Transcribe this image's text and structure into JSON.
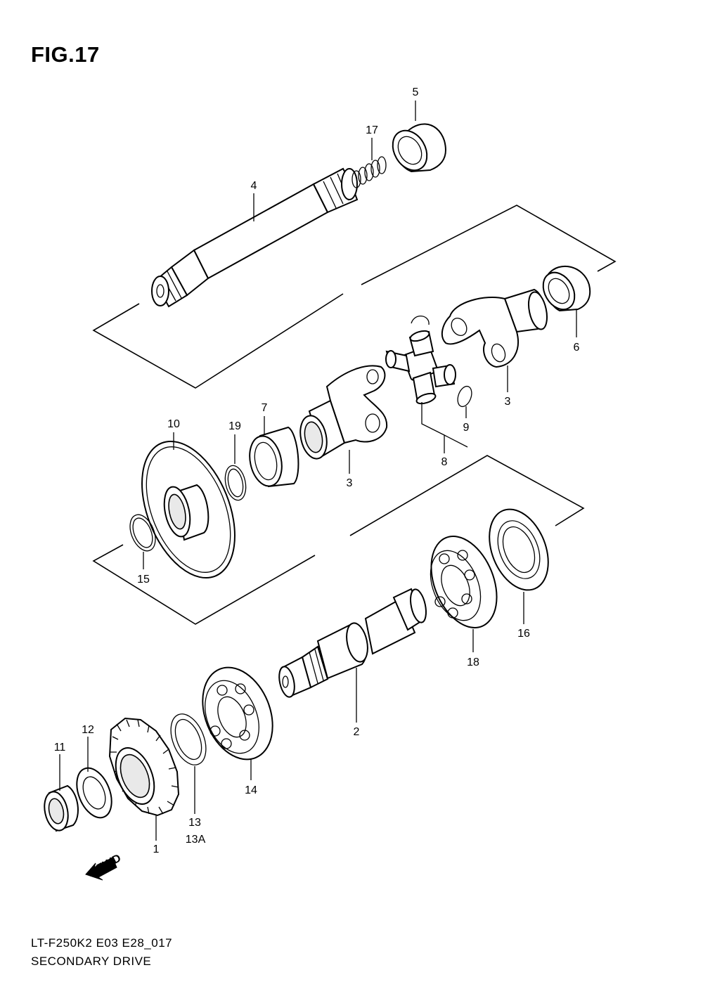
{
  "figure_title": "FIG.17",
  "footer": {
    "model_code": "LT-F250K2 E03 E28_017",
    "section_name": "SECONDARY DRIVE"
  },
  "fwd_label": "FWD",
  "callouts": {
    "c1": "1",
    "c2": "2",
    "c3a": "3",
    "c3b": "3",
    "c4": "4",
    "c5": "5",
    "c6": "6",
    "c7": "7",
    "c8": "8",
    "c9": "9",
    "c10": "10",
    "c11": "11",
    "c12": "12",
    "c13": "13",
    "c13a": "13A",
    "c14": "14",
    "c15": "15",
    "c16": "16",
    "c17": "17",
    "c18": "18",
    "c19": "19"
  }
}
